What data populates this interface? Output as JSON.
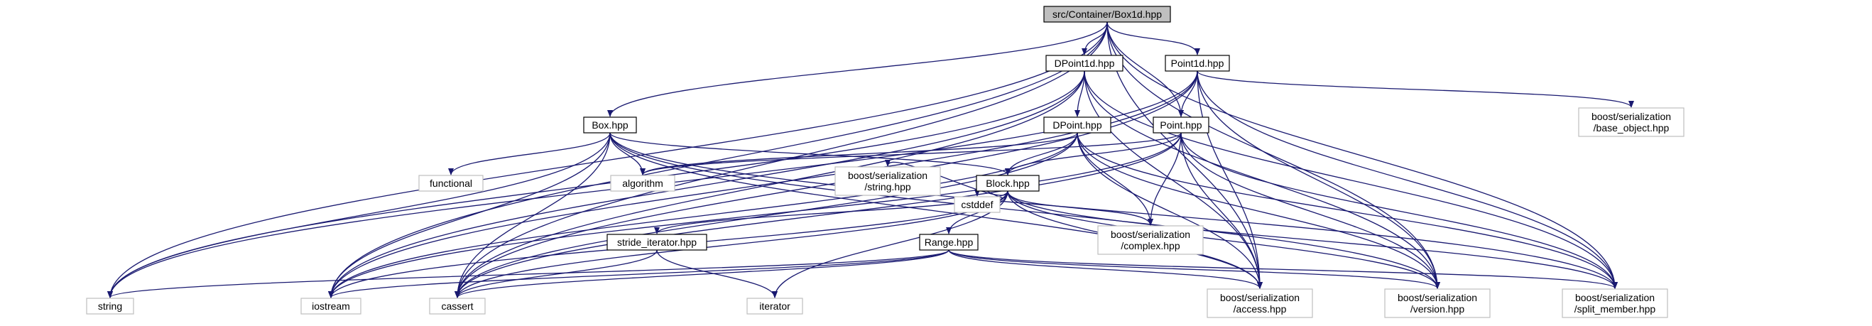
{
  "graph": {
    "title": "",
    "colors": {
      "edge": "#191970",
      "node_border": "#000000",
      "missing_border": "#bfbfbf",
      "root_fill": "#bfbfbf",
      "fill": "#ffffff",
      "text": "#000000"
    },
    "nodes": [
      {
        "id": "box1d",
        "lines": [
          "src/Container/Box1d.hpp"
        ],
        "style": "root"
      },
      {
        "id": "dpoint1d",
        "lines": [
          "DPoint1d.hpp"
        ],
        "style": "normal"
      },
      {
        "id": "point1d",
        "lines": [
          "Point1d.hpp"
        ],
        "style": "normal"
      },
      {
        "id": "box",
        "lines": [
          "Box.hpp"
        ],
        "style": "normal"
      },
      {
        "id": "dpoint",
        "lines": [
          "DPoint.hpp"
        ],
        "style": "normal"
      },
      {
        "id": "point",
        "lines": [
          "Point.hpp"
        ],
        "style": "normal"
      },
      {
        "id": "base_object",
        "lines": [
          "boost/serialization",
          "/base_object.hpp"
        ],
        "style": "missing"
      },
      {
        "id": "functional",
        "lines": [
          "functional"
        ],
        "style": "missing"
      },
      {
        "id": "algorithm",
        "lines": [
          "algorithm"
        ],
        "style": "missing"
      },
      {
        "id": "block",
        "lines": [
          "Block.hpp"
        ],
        "style": "normal"
      },
      {
        "id": "ser_string",
        "lines": [
          "boost/serialization",
          "/string.hpp"
        ],
        "style": "missing"
      },
      {
        "id": "cstddef",
        "lines": [
          "cstddef"
        ],
        "style": "missing"
      },
      {
        "id": "complex",
        "lines": [
          "boost/serialization",
          "/complex.hpp"
        ],
        "style": "missing"
      },
      {
        "id": "stride_iterator",
        "lines": [
          "stride_iterator.hpp"
        ],
        "style": "normal"
      },
      {
        "id": "range",
        "lines": [
          "Range.hpp"
        ],
        "style": "normal"
      },
      {
        "id": "string",
        "lines": [
          "string"
        ],
        "style": "missing"
      },
      {
        "id": "iostream",
        "lines": [
          "iostream"
        ],
        "style": "missing"
      },
      {
        "id": "cassert",
        "lines": [
          "cassert"
        ],
        "style": "missing"
      },
      {
        "id": "iterator",
        "lines": [
          "iterator"
        ],
        "style": "missing"
      },
      {
        "id": "access",
        "lines": [
          "boost/serialization",
          "/access.hpp"
        ],
        "style": "missing"
      },
      {
        "id": "version",
        "lines": [
          "boost/serialization",
          "/version.hpp"
        ],
        "style": "missing"
      },
      {
        "id": "split_member",
        "lines": [
          "boost/serialization",
          "/split_member.hpp"
        ],
        "style": "missing"
      }
    ],
    "edges": [
      [
        "box1d",
        "dpoint1d"
      ],
      [
        "box1d",
        "point1d"
      ],
      [
        "box1d",
        "box"
      ],
      [
        "box1d",
        "point"
      ],
      [
        "box1d",
        "string"
      ],
      [
        "box1d",
        "iostream"
      ],
      [
        "box1d",
        "cassert"
      ],
      [
        "box1d",
        "access"
      ],
      [
        "box1d",
        "version"
      ],
      [
        "box1d",
        "split_member"
      ],
      [
        "dpoint1d",
        "dpoint"
      ],
      [
        "dpoint1d",
        "string"
      ],
      [
        "dpoint1d",
        "iostream"
      ],
      [
        "dpoint1d",
        "cassert"
      ],
      [
        "dpoint1d",
        "access"
      ],
      [
        "dpoint1d",
        "version"
      ],
      [
        "dpoint1d",
        "split_member"
      ],
      [
        "point1d",
        "point"
      ],
      [
        "point1d",
        "base_object"
      ],
      [
        "point1d",
        "string"
      ],
      [
        "point1d",
        "iostream"
      ],
      [
        "point1d",
        "cassert"
      ],
      [
        "point1d",
        "access"
      ],
      [
        "point1d",
        "version"
      ],
      [
        "point1d",
        "split_member"
      ],
      [
        "box",
        "functional"
      ],
      [
        "box",
        "algorithm"
      ],
      [
        "box",
        "block"
      ],
      [
        "box",
        "string"
      ],
      [
        "box",
        "iostream"
      ],
      [
        "box",
        "cassert"
      ],
      [
        "box",
        "access"
      ],
      [
        "box",
        "version"
      ],
      [
        "box",
        "split_member"
      ],
      [
        "dpoint",
        "algorithm"
      ],
      [
        "dpoint",
        "block"
      ],
      [
        "dpoint",
        "complex"
      ],
      [
        "dpoint",
        "iostream"
      ],
      [
        "dpoint",
        "cassert"
      ],
      [
        "dpoint",
        "access"
      ],
      [
        "dpoint",
        "version"
      ],
      [
        "dpoint",
        "split_member"
      ],
      [
        "point",
        "algorithm"
      ],
      [
        "point",
        "block"
      ],
      [
        "point",
        "complex"
      ],
      [
        "point",
        "iostream"
      ],
      [
        "point",
        "cassert"
      ],
      [
        "point",
        "access"
      ],
      [
        "point",
        "version"
      ],
      [
        "point",
        "split_member"
      ],
      [
        "block",
        "ser_string"
      ],
      [
        "block",
        "cstddef"
      ],
      [
        "block",
        "complex"
      ],
      [
        "block",
        "stride_iterator"
      ],
      [
        "block",
        "range"
      ],
      [
        "block",
        "iostream"
      ],
      [
        "block",
        "cassert"
      ],
      [
        "block",
        "iterator"
      ],
      [
        "block",
        "access"
      ],
      [
        "block",
        "version"
      ],
      [
        "block",
        "split_member"
      ],
      [
        "stride_iterator",
        "cassert"
      ],
      [
        "stride_iterator",
        "iterator"
      ],
      [
        "range",
        "string"
      ],
      [
        "range",
        "iostream"
      ],
      [
        "range",
        "cassert"
      ],
      [
        "range",
        "access"
      ],
      [
        "range",
        "version"
      ],
      [
        "range",
        "split_member"
      ]
    ]
  }
}
